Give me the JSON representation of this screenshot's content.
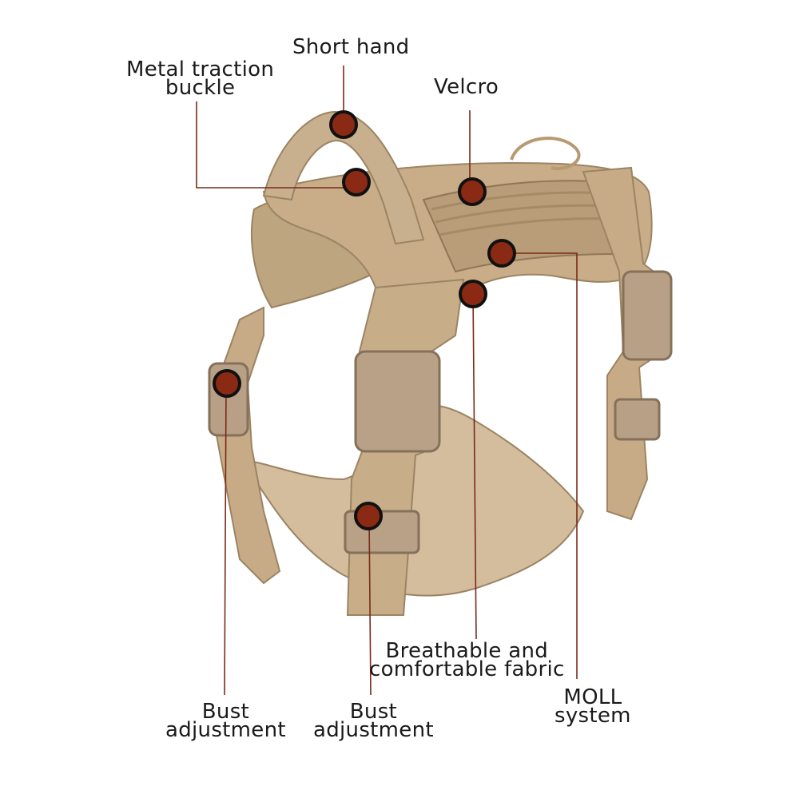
{
  "labels": {
    "short_hand": "Short hand",
    "metal_buckle": [
      "Metal traction",
      "buckle"
    ],
    "velcro": "Velcro",
    "fabric": [
      "Breathable and",
      "comfortable fabric"
    ],
    "moll": [
      "MOLL",
      "system"
    ],
    "bust_left": [
      "Bust",
      "adjustment"
    ],
    "bust_mid": [
      "Bust",
      "adjustment"
    ]
  },
  "colors": {
    "fabric": "#c7ab86",
    "fabric_dark": "#a88e6b",
    "fabric_light": "#d9c3a3",
    "lining": "#cdb894",
    "buckle": "#b8a286",
    "marker": "#8b2a14",
    "marker_ring": "#111111",
    "leader": "#7a2a18"
  },
  "icons": [
    "marker-dot-icon"
  ]
}
